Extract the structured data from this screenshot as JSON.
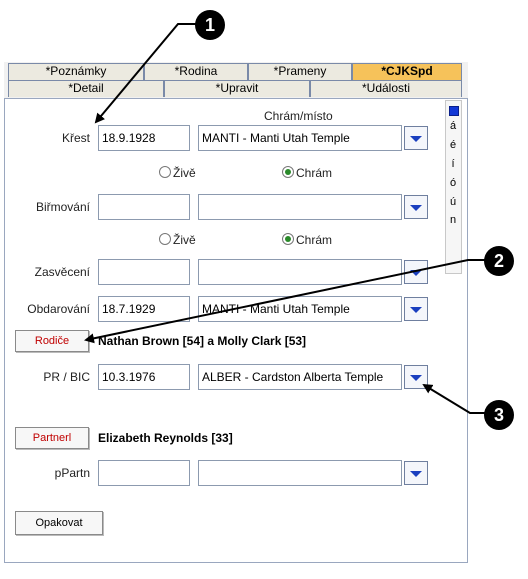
{
  "tabs_row1": [
    {
      "label": "*Poznámky"
    },
    {
      "label": "*Rodina"
    },
    {
      "label": "*Prameny"
    },
    {
      "label": "*CJKSpd"
    }
  ],
  "tabs_row2": [
    {
      "label": "*Detail"
    },
    {
      "label": "*Upravit"
    },
    {
      "label": "*Události"
    }
  ],
  "header": {
    "chram_misto": "Chrám/místo"
  },
  "krest": {
    "label": "Křest",
    "date": "18.9.1928",
    "place": "MANTI - Manti Utah Temple"
  },
  "radio1": {
    "zive": "Živě",
    "chram": "Chrám",
    "selected": "chram"
  },
  "birmovani": {
    "label": "Biřmování",
    "date": "",
    "place": ""
  },
  "radio2": {
    "zive": "Živě",
    "chram": "Chrám",
    "selected": "chram"
  },
  "zasveceni": {
    "label": "Zasvěcení",
    "date": "",
    "place": ""
  },
  "obdarovani": {
    "label": "Obdarování",
    "date": "18.7.1929",
    "place": "MANTI - Manti Utah Temple"
  },
  "rodice": {
    "button": "Rodiče",
    "names": "Nathan Brown [54] a Molly Clark [53]"
  },
  "prbic": {
    "label": "PR / BIC",
    "date": "10.3.1976",
    "place": "ALBER - Cardston Alberta Temple"
  },
  "partner": {
    "button": "Partnerl",
    "name": "Elizabeth Reynolds [33]"
  },
  "ppartn": {
    "label": "pPartn",
    "date": "",
    "place": ""
  },
  "opakovat": {
    "label": "Opakovat"
  },
  "side_chars": [
    "á",
    "é",
    "í",
    "ó",
    "ú",
    "n"
  ],
  "callouts": [
    "1",
    "2",
    "3"
  ],
  "colors": {
    "active_tab": "#f6c25a",
    "dropdown_arrow": "#1a3fbf",
    "red_button_text": "#c00000"
  }
}
